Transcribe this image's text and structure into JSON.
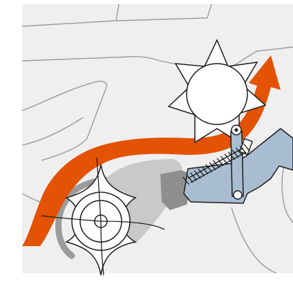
{
  "diagram": {
    "colors": {
      "background": "#efefef",
      "page": "#ffffff",
      "outline": "#9a9a9a",
      "arrow": "#e35205",
      "ring_shadow": "#9b9b9b",
      "cover_light": "#c9c9c9",
      "cover_dark": "#8f8f8f",
      "bracket": "#a8bdd1",
      "ink": "#1a1a1a",
      "sprocket_fill": "#ffffff"
    },
    "parts": [
      "upper-sprocket",
      "lower-sprocket",
      "chain-flow-arrow",
      "chain-guide-cover",
      "tensioner-bracket",
      "tensioner-spring",
      "tensioner-pivot"
    ]
  }
}
